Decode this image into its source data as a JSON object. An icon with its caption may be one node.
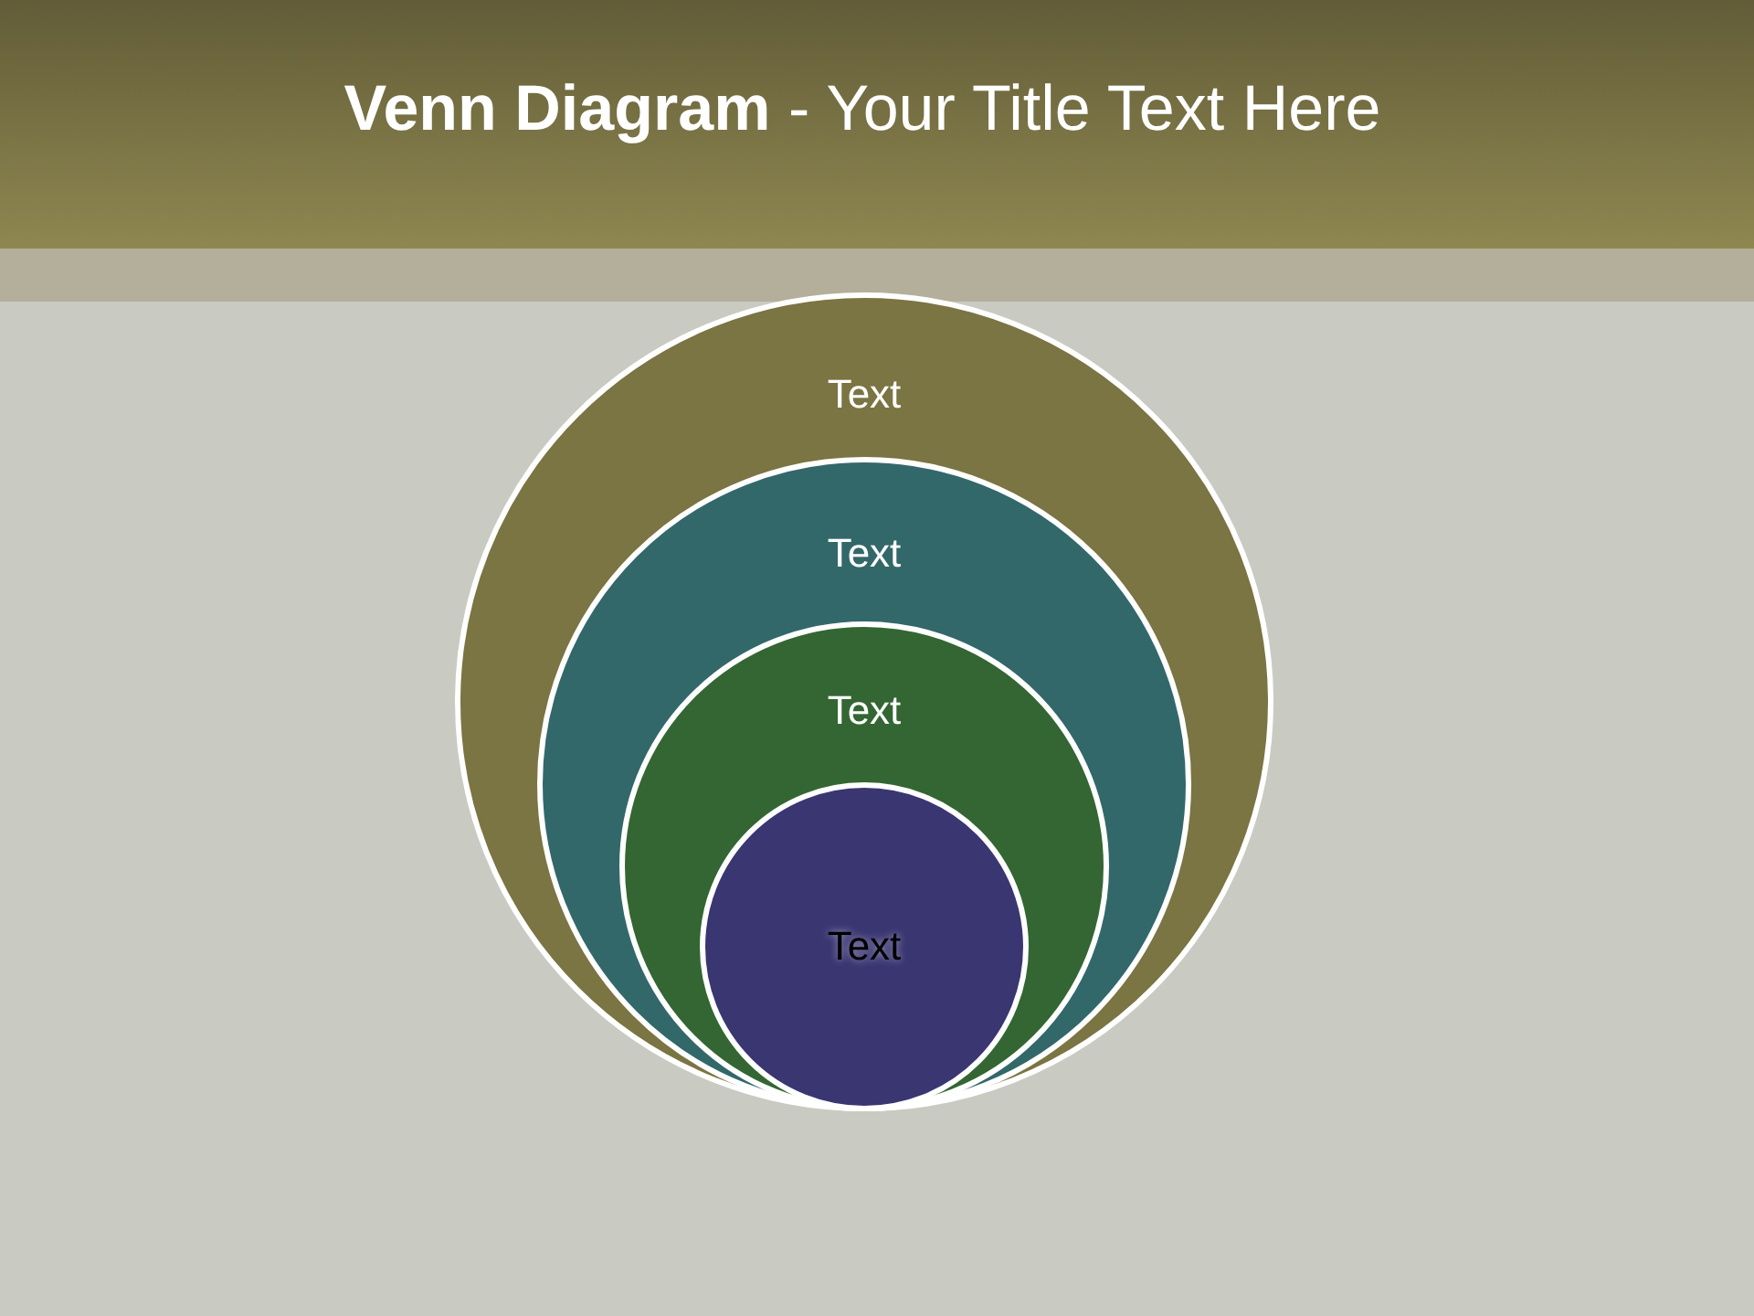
{
  "diagram": {
    "title": "**Venn Diagram** - Your Title Text Here",
    "nodes": [
      {
        "text": [
          "Text"
        ]
      },
      {
        "text": [
          "Text"
        ],
        "in": 0
      },
      {
        "text": [
          "Text"
        ],
        "in": 1
      },
      {
        "text": [
          "Text"
        ],
        "in": 2
      }
    ]
  }
}
